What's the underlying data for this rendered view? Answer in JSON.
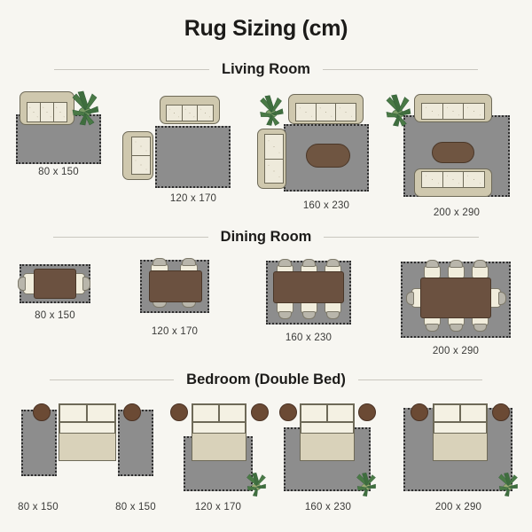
{
  "title": "Rug Sizing (cm)",
  "background_color": "#f7f6f1",
  "rug_color": "#8d8d8d",
  "sections": [
    {
      "id": "living-room",
      "title": "Living Room",
      "items": [
        {
          "label": "80 x 150"
        },
        {
          "label": "120 x 170"
        },
        {
          "label": "160 x 230"
        },
        {
          "label": "200 x 290"
        }
      ]
    },
    {
      "id": "dining-room",
      "title": "Dining Room",
      "items": [
        {
          "label": "80 x 150",
          "chairs": 2
        },
        {
          "label": "120 x 170",
          "chairs": 4
        },
        {
          "label": "160 x 230",
          "chairs": 6
        },
        {
          "label": "200 x 290",
          "chairs": 8
        }
      ]
    },
    {
      "id": "bedroom",
      "title": "Bedroom (Double Bed)",
      "items": [
        {
          "label": "80 x 150"
        },
        {
          "label": "80 x 150"
        },
        {
          "label": "120 x 170"
        },
        {
          "label": "160 x 230"
        },
        {
          "label": "200 x 290"
        }
      ]
    }
  ]
}
